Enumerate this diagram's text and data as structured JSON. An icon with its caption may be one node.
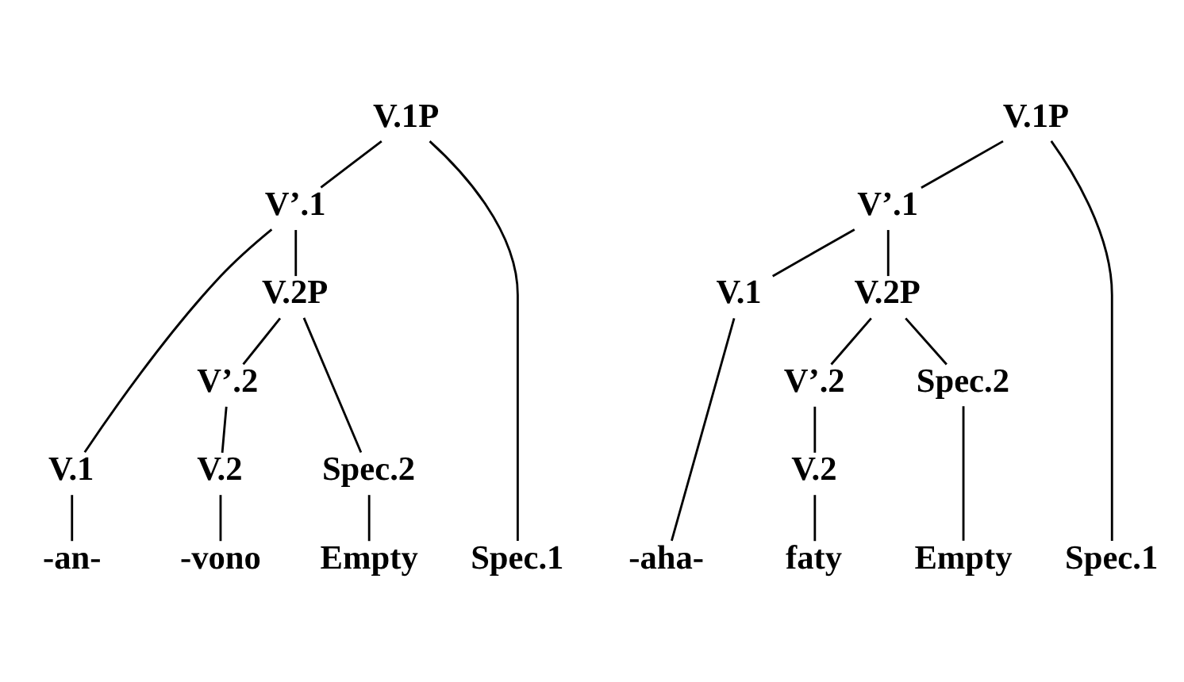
{
  "diagram": {
    "nodes": [
      {
        "text": [
          "V.1P"
        ]
      },
      {
        "text": [
          "V’.1"
        ]
      },
      {
        "text": [
          "Spec.1"
        ]
      },
      {
        "text": [
          "V.1"
        ]
      },
      {
        "text": [
          "V.2P"
        ]
      },
      {
        "text": [
          "V’.2"
        ]
      },
      {
        "text": [
          "Spec.2"
        ]
      },
      {
        "text": [
          "V.2"
        ]
      },
      {
        "text": [
          "-an-"
        ]
      },
      {
        "text": [
          "-vono"
        ]
      },
      {
        "text": [
          "Empty"
        ]
      },
      {
        "text": [
          "V.1P"
        ]
      },
      {
        "text": [
          "V’.1"
        ]
      },
      {
        "text": [
          "Spec.1"
        ]
      },
      {
        "text": [
          "V.1"
        ]
      },
      {
        "text": [
          "V.2P"
        ]
      },
      {
        "text": [
          "V’.2"
        ]
      },
      {
        "text": [
          "Spec.2"
        ]
      },
      {
        "text": [
          "V.2"
        ]
      },
      {
        "text": [
          "-aha-"
        ]
      },
      {
        "text": [
          "faty"
        ]
      },
      {
        "text": [
          "Empty"
        ]
      }
    ],
    "edges": [
      {
        "from": 0,
        "to": 1,
        "arrow": "none"
      },
      {
        "from": 0,
        "to": 2,
        "arrow": "none"
      },
      {
        "from": 1,
        "to": 3,
        "arrow": "none"
      },
      {
        "from": 1,
        "to": 4,
        "arrow": "none"
      },
      {
        "from": 4,
        "to": 5,
        "arrow": "none"
      },
      {
        "from": 4,
        "to": 6,
        "arrow": "none"
      },
      {
        "from": 5,
        "to": 7,
        "arrow": "none"
      },
      {
        "from": 3,
        "to": 8,
        "arrow": "none"
      },
      {
        "from": 7,
        "to": 9,
        "arrow": "none"
      },
      {
        "from": 6,
        "to": 10,
        "arrow": "none"
      },
      {
        "from": 11,
        "to": 12,
        "arrow": "none"
      },
      {
        "from": 11,
        "to": 13,
        "arrow": "none"
      },
      {
        "from": 12,
        "to": 14,
        "arrow": "none"
      },
      {
        "from": 12,
        "to": 15,
        "arrow": "none"
      },
      {
        "from": 15,
        "to": 16,
        "arrow": "none"
      },
      {
        "from": 15,
        "to": 17,
        "arrow": "none"
      },
      {
        "from": 16,
        "to": 18,
        "arrow": "none"
      },
      {
        "from": 14,
        "to": 19,
        "arrow": "none"
      },
      {
        "from": 18,
        "to": 20,
        "arrow": "none"
      },
      {
        "from": 17,
        "to": 21,
        "arrow": "none"
      }
    ]
  }
}
